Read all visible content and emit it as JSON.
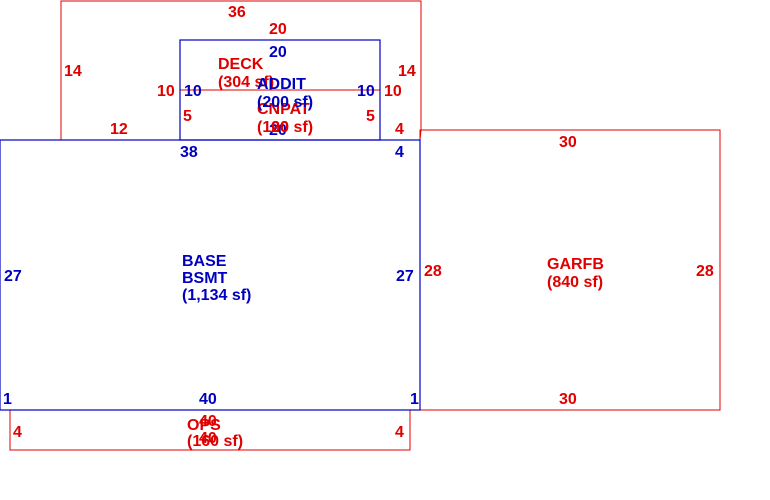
{
  "colors": {
    "red": "#e00000",
    "blue": "#0000c0"
  },
  "areas": [
    {
      "id": "deck",
      "color": "red",
      "label_lines": [
        "DECK",
        "(304 sf)"
      ],
      "dimensions": [
        "36",
        "14",
        "14",
        "10",
        "10",
        "12",
        "4"
      ]
    },
    {
      "id": "addit",
      "color": "blue",
      "label_lines": [
        "ADDIT",
        "(200 sf)"
      ],
      "dimensions": [
        "20",
        "10",
        "10",
        "20"
      ]
    },
    {
      "id": "cnpat",
      "color": "red",
      "label_lines": [
        "CNPAT",
        "(100 sf)"
      ],
      "dimensions": [
        "20",
        "5",
        "5",
        "20"
      ]
    },
    {
      "id": "base",
      "color": "blue",
      "label_lines": [
        "BASE",
        "BSMT",
        "(1,134 sf)"
      ],
      "dimensions": [
        "38",
        "4",
        "27",
        "27",
        "1",
        "40",
        "1"
      ]
    },
    {
      "id": "garfb",
      "color": "red",
      "label_lines": [
        "GARFB",
        "(840 sf)"
      ],
      "dimensions": [
        "30",
        "28",
        "28",
        "30"
      ]
    },
    {
      "id": "ops",
      "color": "red",
      "label_lines": [
        "OPS",
        "(160 sf)"
      ],
      "dimensions": [
        "40",
        "4",
        "4",
        "40"
      ]
    }
  ]
}
